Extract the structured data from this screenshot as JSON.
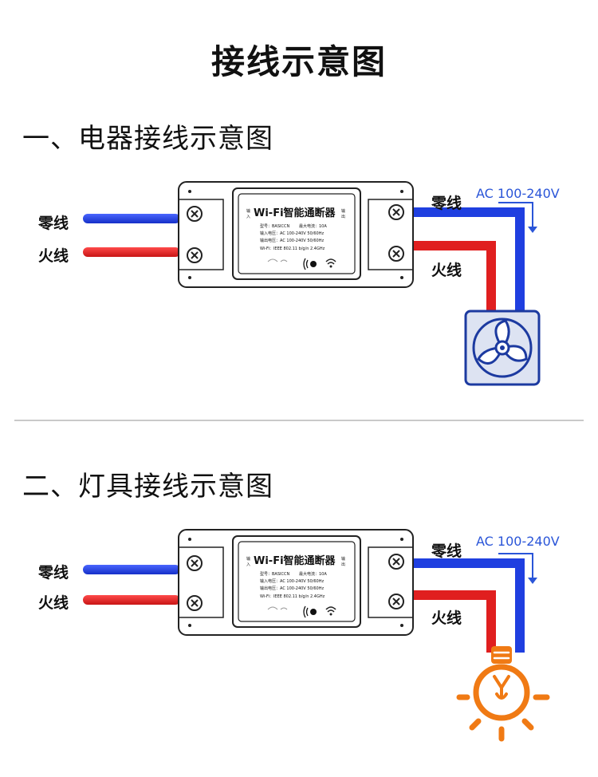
{
  "title": "接线示意图",
  "sections": [
    {
      "heading": "一、电器接线示意图",
      "left_neutral": "零线",
      "left_live": "火线",
      "right_neutral": "零线",
      "right_live": "火线",
      "ac": "AC 100-240V",
      "load_icon": "fan-icon"
    },
    {
      "heading": "二、灯具接线示意图",
      "left_neutral": "零线",
      "left_live": "火线",
      "right_neutral": "零线",
      "right_live": "火线",
      "ac": "AC 100-240V",
      "load_icon": "light-bulb-icon"
    }
  ],
  "device": {
    "name": "Wi-Fi智能通断器",
    "spec_model": "型号：BASICCN",
    "spec_current": "最大电流：10A",
    "spec_input": "输入电压：AC 100-240V 50/60Hz",
    "spec_output": "输出电压：AC 100-240V 50/60Hz",
    "spec_wifi": "Wi-Fi：IEEE 802.11 b/g/n 2.4GHz",
    "side_left": "输入",
    "side_right": "输出"
  },
  "colors": {
    "neutral_wire": "#1f3fe0",
    "live_wire": "#e01f1f",
    "ac_text": "#2a55d8",
    "bulb": "#f07a14"
  }
}
